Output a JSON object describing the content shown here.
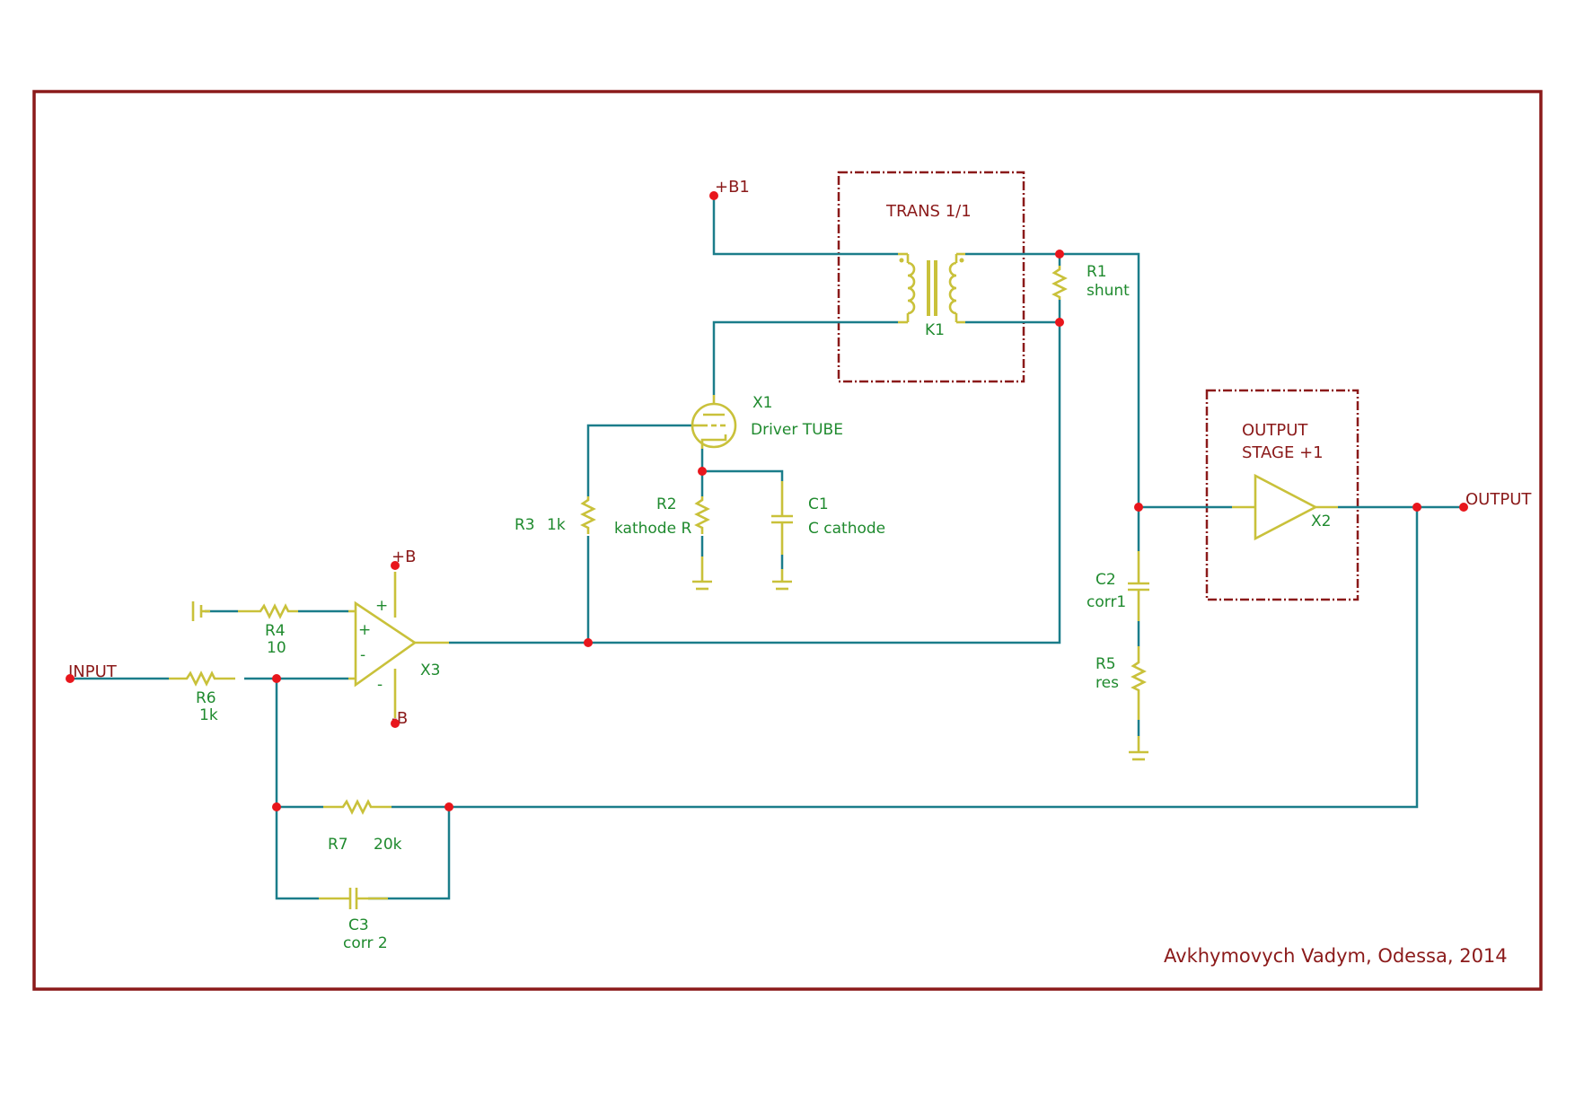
{
  "author": "Avkhymovych Vadym, Odessa, 2014",
  "colors": {
    "wire": "#1b7d8a",
    "component": "#c9c13a",
    "label": "#1f8a2e",
    "frame": "#8b1a1a",
    "node": "#e8161c"
  },
  "ports": {
    "input": "INPUT",
    "output": "OUTPUT",
    "b1_plus": "+B1",
    "b_plus": "+B",
    "b_minus": "-B"
  },
  "blocks": {
    "transformer_box": "TRANS 1/1",
    "output_stage_line1": "OUTPUT",
    "output_stage_line2": "STAGE +1"
  },
  "components": {
    "K1": {
      "ref": "K1"
    },
    "R1": {
      "ref": "R1",
      "value": "shunt"
    },
    "X1": {
      "ref": "X1",
      "value": "Driver TUBE"
    },
    "R2": {
      "ref": "R2",
      "value": "kathode R"
    },
    "C1": {
      "ref": "C1",
      "value": "C cathode"
    },
    "R3": {
      "ref": "R3",
      "value": "1k"
    },
    "R4": {
      "ref": "R4",
      "value": "10"
    },
    "R6": {
      "ref": "R6",
      "value": "1k"
    },
    "X3": {
      "ref": "X3"
    },
    "X2": {
      "ref": "X2"
    },
    "C2": {
      "ref": "C2",
      "value": "corr1"
    },
    "R5": {
      "ref": "R5",
      "value": "res"
    },
    "R7": {
      "ref": "R7",
      "value": "20k"
    },
    "C3": {
      "ref": "C3",
      "value": "corr 2"
    },
    "opamp_plus": "+",
    "opamp_minus": "-",
    "opamp_supply_plus": "+",
    "opamp_supply_minus": "-"
  }
}
